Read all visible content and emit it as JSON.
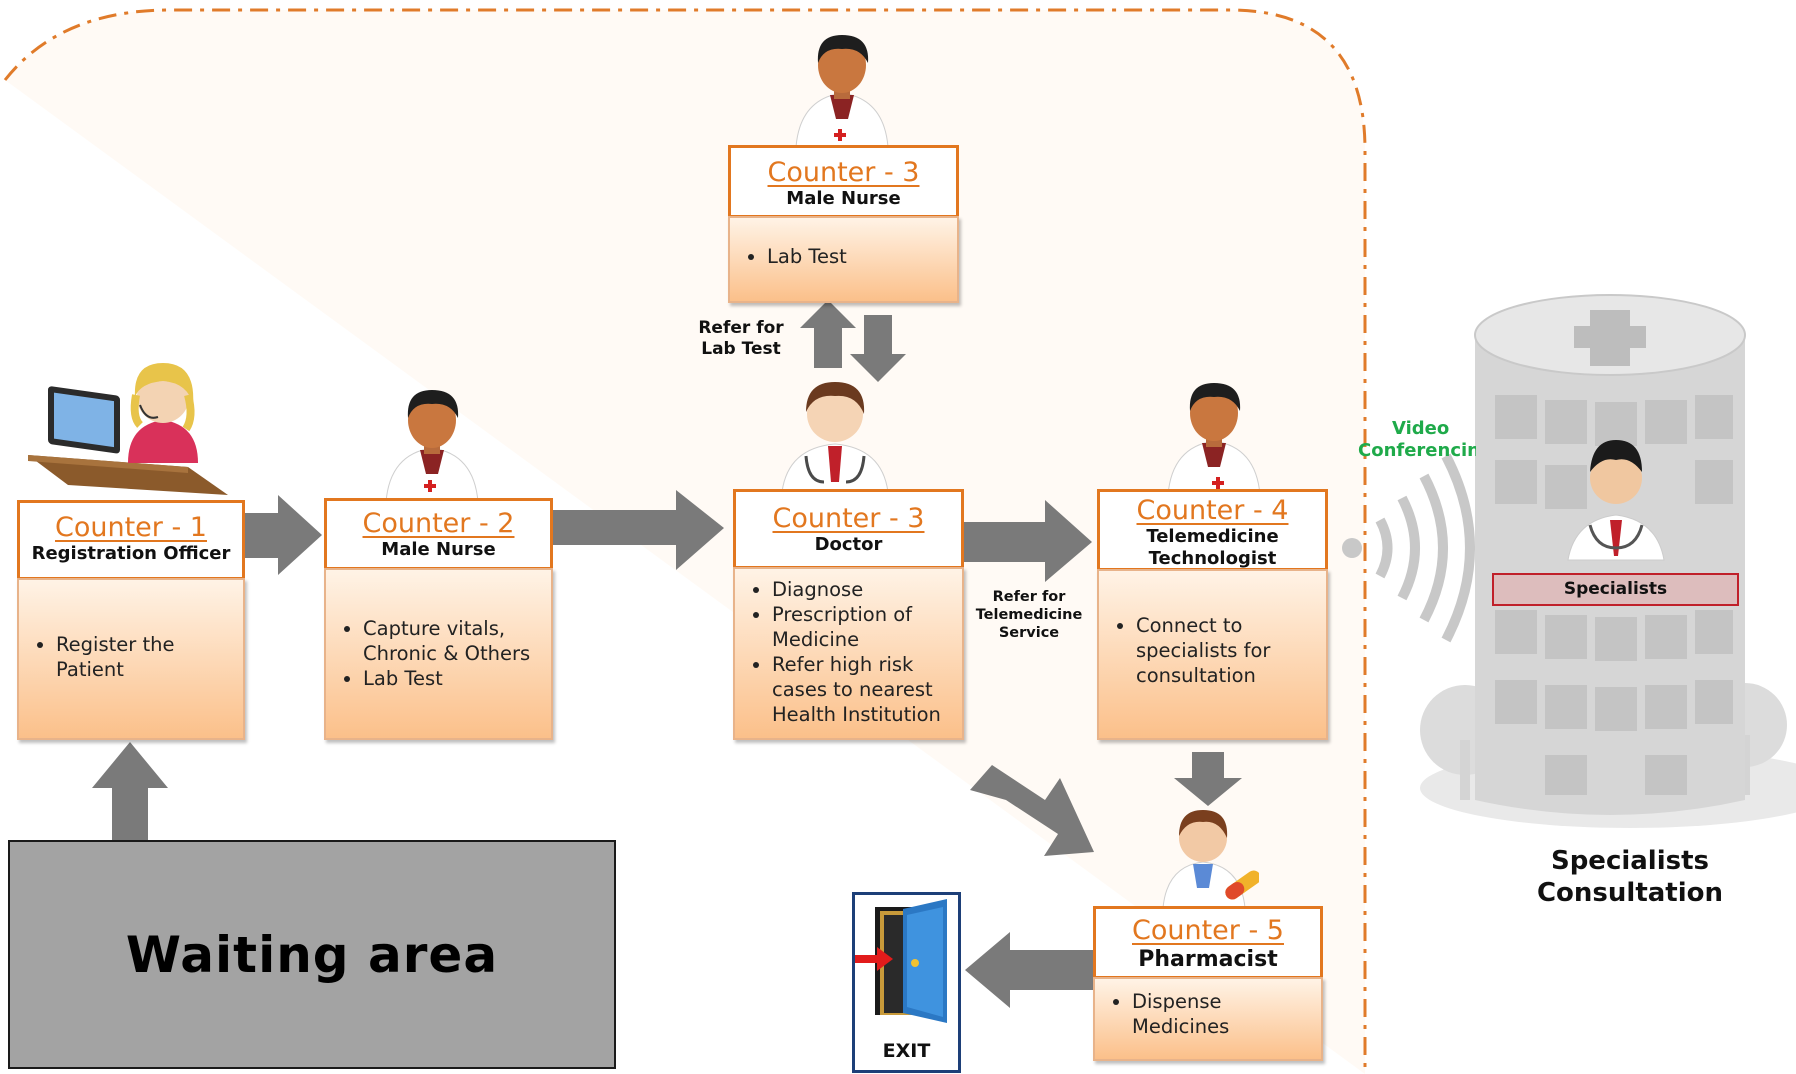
{
  "counters": {
    "c1": {
      "title": "Counter - 1",
      "role": "Registration Officer",
      "tasks": [
        "Register the Patient"
      ]
    },
    "c2": {
      "title": "Counter - 2",
      "role": "Male Nurse",
      "tasks": [
        "Capture vitals, Chronic & Others",
        "Lab Test"
      ]
    },
    "c3_nurse": {
      "title": "Counter - 3",
      "role": "Male Nurse",
      "tasks": [
        "Lab Test"
      ]
    },
    "c3_doctor": {
      "title": "Counter - 3",
      "role": "Doctor",
      "tasks": [
        "Diagnose",
        "Prescription of Medicine",
        "Refer high risk cases to nearest Health Institution"
      ]
    },
    "c4": {
      "title": "Counter - 4",
      "role": "Telemedicine Technologist",
      "tasks": [
        "Connect to specialists for consultation"
      ]
    },
    "c5": {
      "title": "Counter - 5",
      "role": "Pharmacist",
      "tasks": [
        "Dispense Medicines"
      ]
    }
  },
  "labels": {
    "refer_lab_line1": "Refer for",
    "refer_lab_line2": "Lab Test",
    "refer_tele_line1": "Refer for",
    "refer_tele_line2": "Telemedicine",
    "refer_tele_line3": "Service",
    "video_line1": "Video",
    "video_line2": "Conferencin",
    "specialists_tag": "Specialists",
    "specialists_caption_line1": "Specialists",
    "specialists_caption_line2": "Consultation",
    "waiting_area": "Waiting area",
    "exit": "EXIT"
  },
  "colors": {
    "accent_orange": "#e2771f",
    "arrow_gray": "#7a7a7a",
    "video_green": "#1faa4a",
    "waiting_gray": "#a3a3a3",
    "clinic_boundary": "#e07b2a"
  },
  "icons": [
    "receptionist-icon",
    "nurse-icon",
    "doctor-icon",
    "technologist-icon",
    "pharmacist-icon",
    "hospital-building-icon",
    "specialist-doctor-icon",
    "wireless-signal-icon",
    "exit-door-icon"
  ]
}
